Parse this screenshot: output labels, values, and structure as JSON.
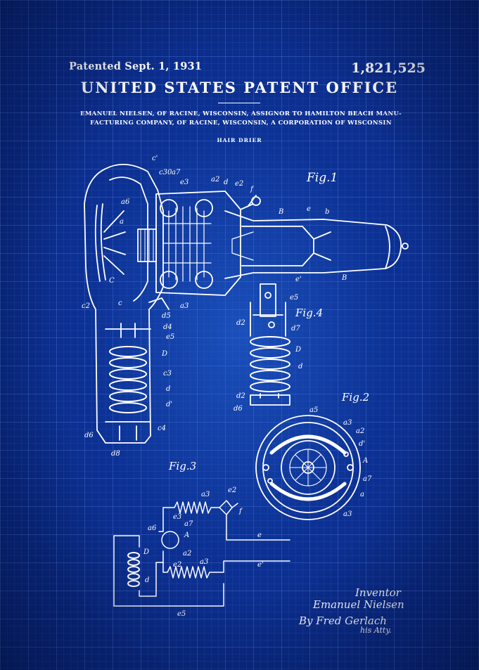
{
  "header": {
    "date": "Patented Sept. 1, 1931",
    "number": "1,821,525",
    "office": "UNITED STATES PATENT OFFICE"
  },
  "inventor": {
    "line1": "EMANUEL NIELSEN, OF RACINE, WISCONSIN, ASSIGNOR TO HAMILTON BEACH MANU-",
    "line2": "FACTURING COMPANY, OF RACINE, WISCONSIN, A CORPORATION OF WISCONSIN"
  },
  "subject": "HAIR DRIER",
  "figures": {
    "fig1": "Fig.1",
    "fig2": "Fig.2",
    "fig3": "Fig.3",
    "fig4": "Fig.4"
  },
  "refs": {
    "c1": "c'",
    "c30": "c30",
    "a7": "a7",
    "e3": "e3",
    "a2": "a2",
    "d": "d",
    "e2": "e2",
    "f": "f",
    "B": "B",
    "e": "e",
    "b": "b",
    "a": "a",
    "a6": "a6",
    "e1": "e'",
    "C": "C",
    "c2": "c2",
    "c": "c",
    "a3": "a3",
    "d5": "d5",
    "d4": "d4",
    "e5": "e5",
    "D": "D",
    "c3": "c3",
    "d1": "d'",
    "d6": "d6",
    "d8": "d8",
    "c4": "c4",
    "d2": "d2",
    "d7": "d7",
    "a5": "a5",
    "A": "A",
    "A1": "A"
  },
  "signature": {
    "label": "Inventor",
    "name": "Emanuel Nielsen",
    "by": "By Fred Gerlach",
    "atty": "his Atty."
  },
  "colors": {
    "background": "#0a2a86",
    "ink": "#ffffff"
  }
}
